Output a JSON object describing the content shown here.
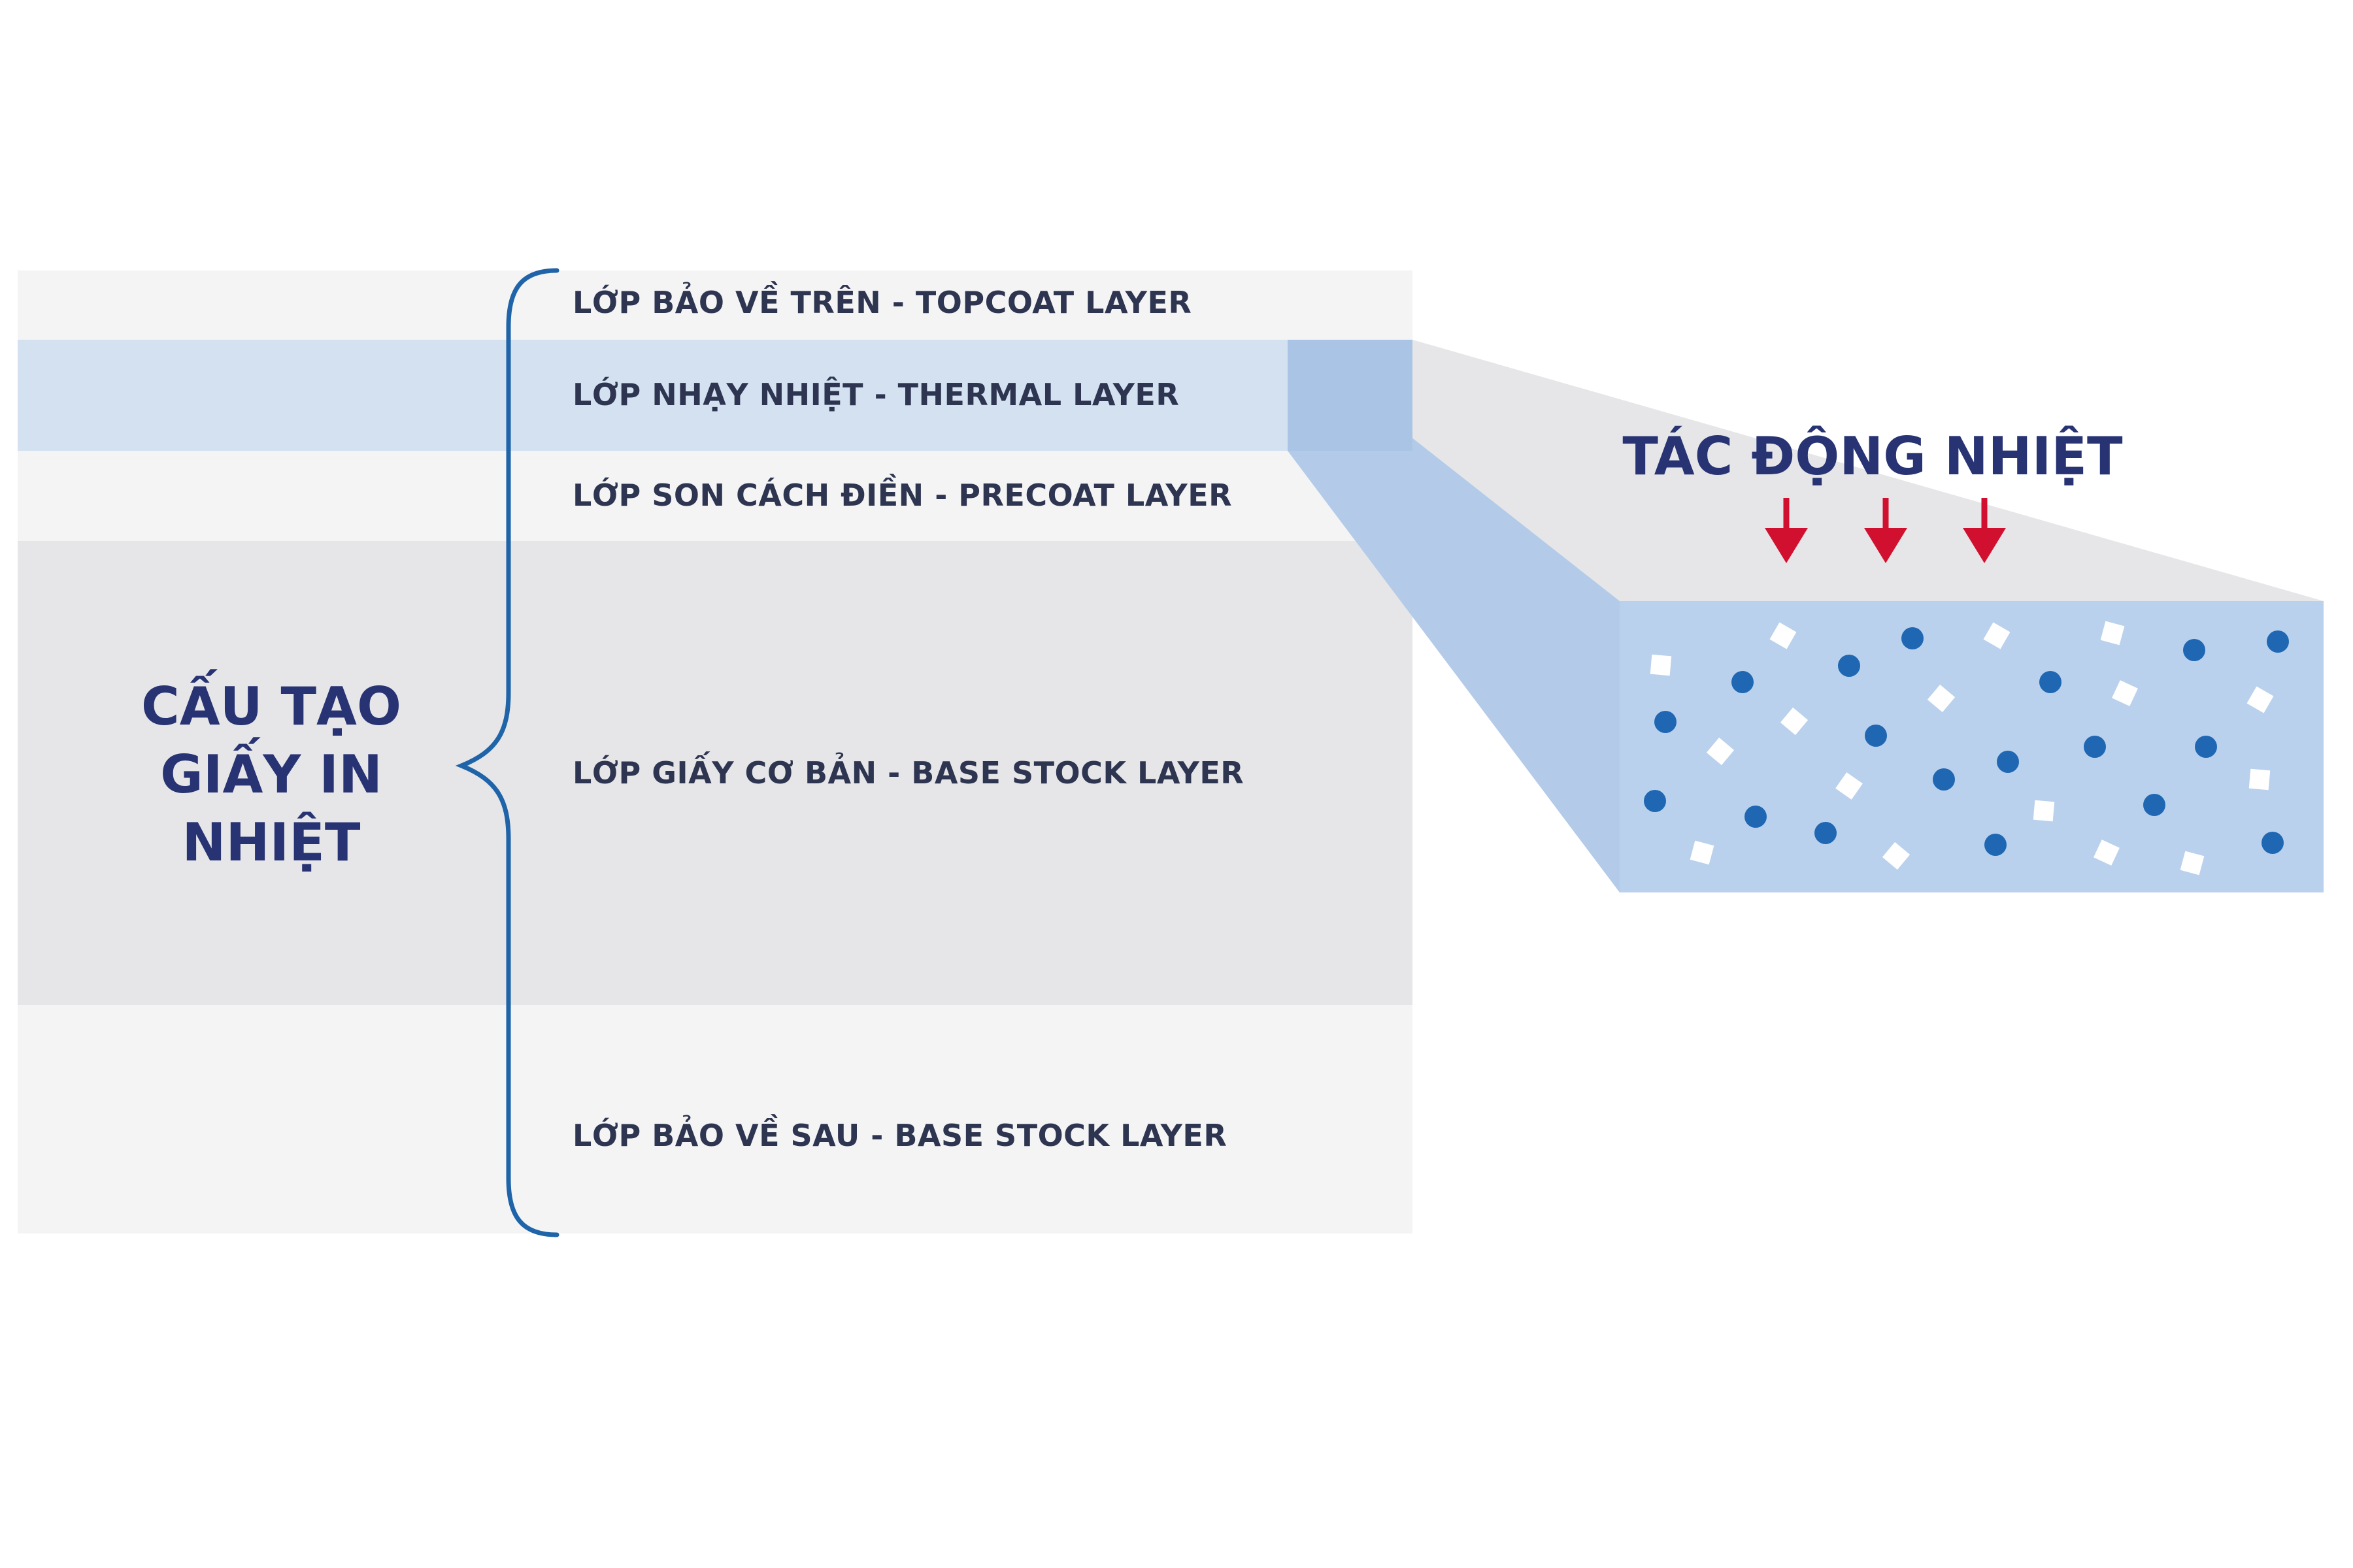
{
  "title": {
    "line1": "CẤU TẠO",
    "line2": "GIẤY IN",
    "line3": "NHIỆT"
  },
  "layers": [
    {
      "label": "LỚP BẢO VỀ TRÊN - TOPCOAT LAYER"
    },
    {
      "label": "LỚP NHẠY NHIỆT - THERMAL LAYER"
    },
    {
      "label": "LỚP SON CÁCH ĐIỀN - PRECOAT LAYER"
    },
    {
      "label": "LỚP GIẤY CƠ BẢN - BASE STOCK LAYER"
    },
    {
      "label": "LỚP BẢO VỀ SAU - BASE STOCK LAYER"
    }
  ],
  "heat_label": "TÁC ĐỘNG NHIỆT",
  "colors": {
    "brace": "#1f64a8",
    "title": "#283373",
    "label": "#2e3550",
    "arrow": "#d0102e",
    "dot": "#1f66b3",
    "thermal_band": "#d3e1f1",
    "block_face": "#b9d1ec"
  }
}
